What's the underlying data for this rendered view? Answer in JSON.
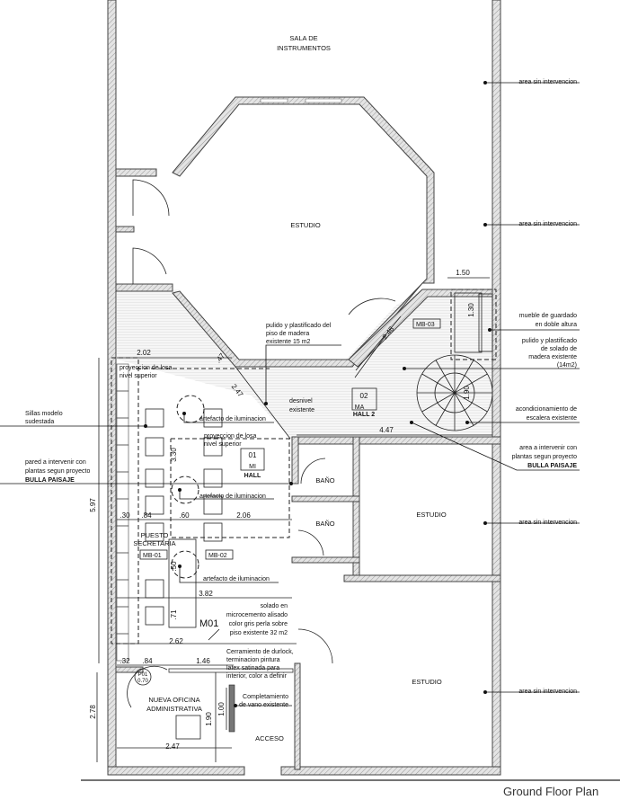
{
  "title": "Ground Floor Plan",
  "rooms": {
    "sala": [
      "SALA DE",
      "INSTRUMENTOS"
    ],
    "estudio_octagon": "ESTUDIO",
    "estudio_right": "ESTUDIO",
    "estudio_lower": "ESTUDIO",
    "bano1": "BAÑO",
    "bano2": "BAÑO",
    "acceso": "ACCESO",
    "puesto": [
      "PUESTO",
      "SECRETARIA"
    ],
    "oficina": [
      "NUEVA OFICINA",
      "ADMINISTRATIVA"
    ]
  },
  "tags": {
    "hall1": {
      "num": "01",
      "code": "MI",
      "name": "HALL"
    },
    "hall2": {
      "num": "02",
      "code": "MA",
      "name": "HALL 2"
    },
    "mb01": "MB-01",
    "mb02": "MB-02",
    "mb03": "MB-03",
    "m01": "M01",
    "p01": [
      "P01",
      "0.70"
    ]
  },
  "notes": {
    "sin1": "area sin intervencion",
    "sin2": "area sin intervencion",
    "sin3": "area sin intervencion",
    "sin4": "area sin intervencion",
    "mueble": [
      "mueble de guardado",
      "en doble altura"
    ],
    "pulido14": [
      "pulido y plastificado",
      "de solado de",
      "madera existente",
      "(14m2)"
    ],
    "escalera": [
      "acondicionamiento de",
      "escalera existente"
    ],
    "bulla_right": [
      "area a intervenir con",
      "plantas segun proyecto",
      "BULLA PAISAJE"
    ],
    "pulido15": [
      "pulido y plastificado del",
      "piso de madera",
      "existente 15 m2"
    ],
    "proy1": [
      "proyeccion de losa",
      "nivel superior"
    ],
    "proy2": [
      "proyeccion de losa",
      "nivel superior"
    ],
    "desnivel": [
      "desnivel",
      "existente"
    ],
    "art1": "artefacto de iluminacion",
    "art2": "artefacto de iluminacion",
    "art3": "artefacto de iluminacion",
    "sillas": [
      "Sillas modelo",
      "sudestada"
    ],
    "pared": [
      "pared a intervenir con",
      "plantas segun proyecto",
      "BULLA PAISAJE"
    ],
    "solado": [
      "solado en",
      "microcemento alisado",
      "color gris perla sobre",
      "piso existente 32 m2"
    ],
    "durlock": [
      "Cerramiento de durlock,",
      "terminacion pintura",
      "latex satinada para",
      "interior, color a definir"
    ],
    "vano": [
      "Completamiento",
      "de vano existente"
    ]
  },
  "dims": {
    "d150": "1.50",
    "d130": "1.30",
    "d190a": "1.90",
    "d447": "4.47",
    "d248": "2.48",
    "d202": "2.02",
    "d47": ".47",
    "d247a": "2.47",
    "d330": "3.30",
    "d597": "5.97",
    "d30": ".30",
    "d84a": ".84",
    "d60": ".60",
    "d206": "2.06",
    "d50": ".50",
    "d382": "3.82",
    "d71": ".71",
    "d262": "2.62",
    "d32": ".32",
    "d84b": ".84",
    "d146": "1.46",
    "d190b": "1.90",
    "d100": "1.00",
    "d278": "2.78",
    "d247b": "2.47"
  }
}
